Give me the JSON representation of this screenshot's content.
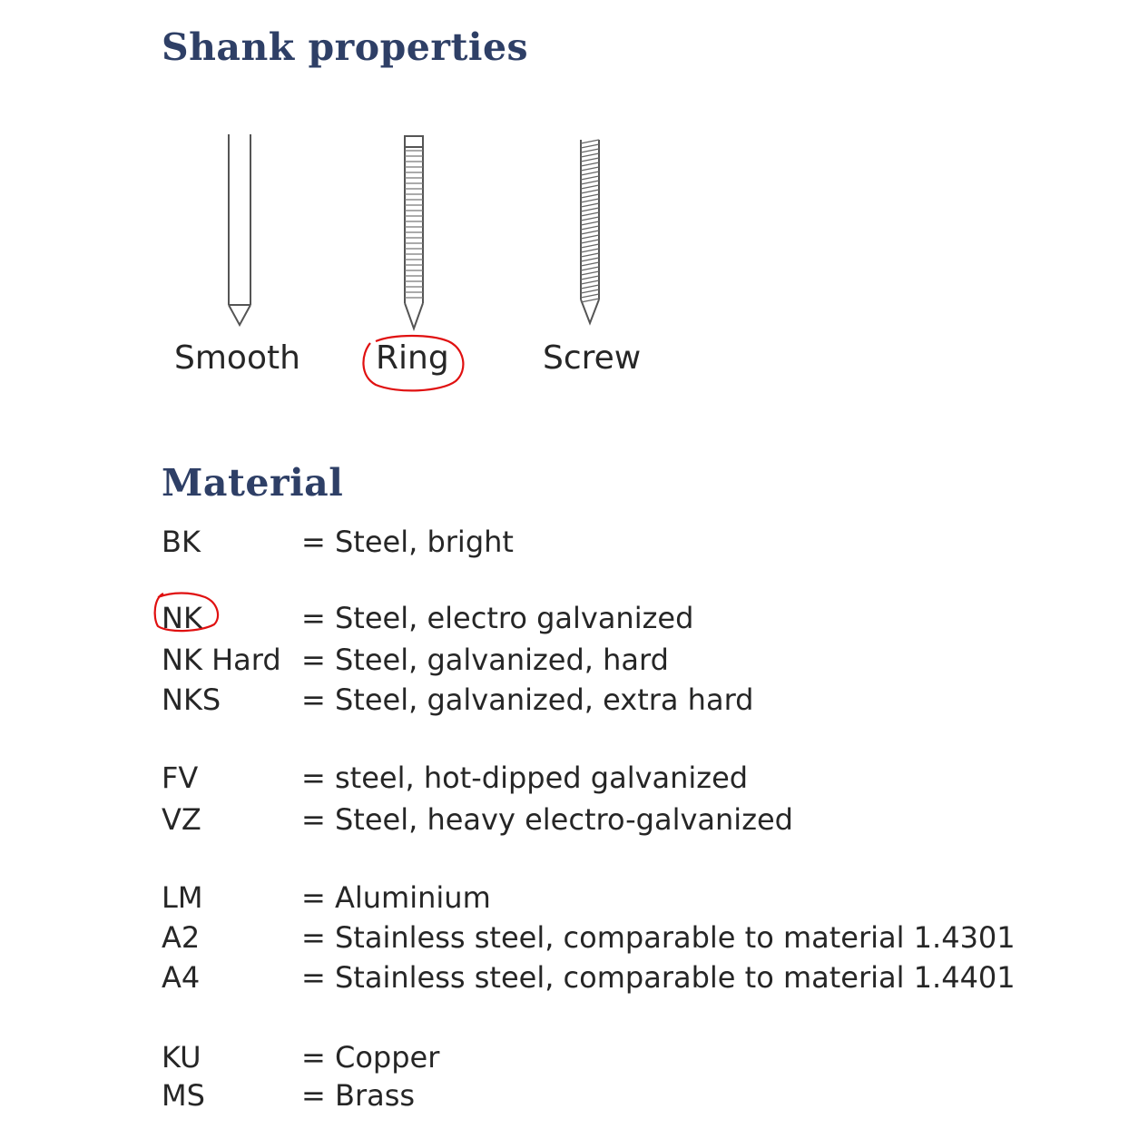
{
  "shank": {
    "title": "Shank properties",
    "labels": {
      "smooth": "Smooth",
      "ring": "Ring",
      "screw": "Screw"
    }
  },
  "material": {
    "title": "Material",
    "rows": [
      {
        "code": "BK",
        "desc": "= Steel, bright"
      },
      {
        "code": "NK",
        "desc": "= Steel, electro galvanized"
      },
      {
        "code": "NK Hard",
        "desc": "= Steel, galvanized, hard"
      },
      {
        "code": "NKS",
        "desc": "= Steel, galvanized, extra hard"
      },
      {
        "code": "FV",
        "desc": "=   steel, hot-dipped galvanized"
      },
      {
        "code": "VZ",
        "desc": "=  Steel, heavy electro-galvanized"
      },
      {
        "code": "LM",
        "desc": "= Aluminium"
      },
      {
        "code": "A2",
        "desc": "= Stainless steel, comparable to material 1.4301"
      },
      {
        "code": "A4",
        "desc": "= Stainless steel, comparable to material 1.4401"
      },
      {
        "code": "KU",
        "desc": "= Copper"
      },
      {
        "code": "MS",
        "desc": "= Brass"
      }
    ]
  },
  "colors": {
    "heading": "#2e3f66",
    "text": "#262626",
    "annotation": "#e01010"
  }
}
